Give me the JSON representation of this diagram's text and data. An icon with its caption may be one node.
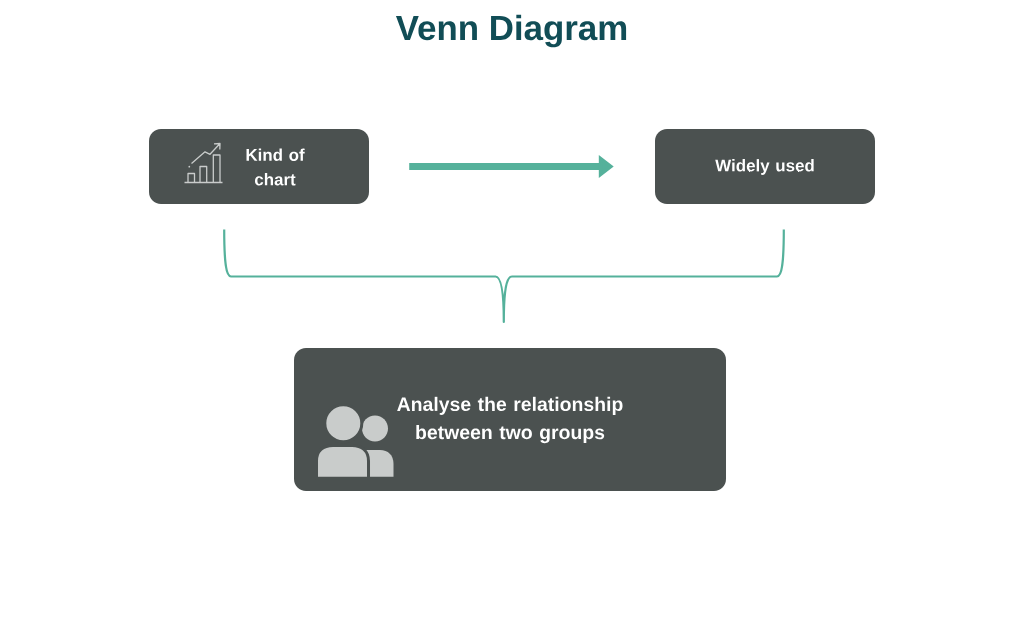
{
  "diagram": {
    "title": "Venn Diagram",
    "nodes": [
      {
        "text": [
          "Kind of chart"
        ]
      },
      {
        "text": [
          "Widely used"
        ]
      },
      {
        "text": [
          "Analyse the relationship between two groups"
        ]
      }
    ],
    "edges": [
      {
        "from": 0,
        "to": 1,
        "arrow": "to"
      }
    ]
  }
}
